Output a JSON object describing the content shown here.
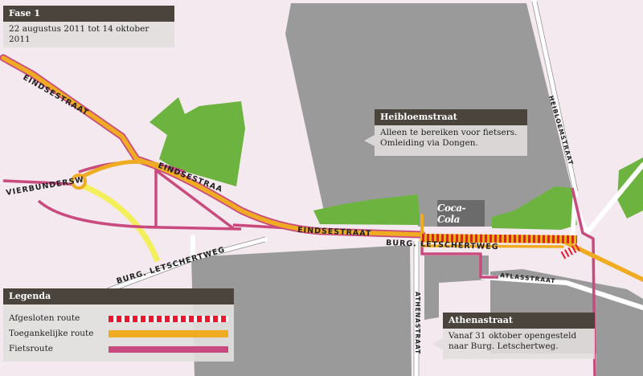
{
  "phase": {
    "title": "Fase 1",
    "dates": "22 augustus 2011 tot 14 oktober 2011"
  },
  "streets": {
    "eindsestraat_nw": "EINDSESTRAAT",
    "eindsestraat_mid": "EINDSESTRAAT",
    "eindsestraat_east": "EINDSESTRAAT",
    "vierbundersweg": "VIERBUNDERSWEG",
    "burg_letschertweg_west": "BURG. LETSCHERTWEG",
    "burg_letschertweg_east": "BURG. LETSCHERTWEG",
    "heibloemstraat": "HEIBLOEMSTRAAT",
    "athenastraat": "ATHENASTRAAT",
    "atlasstraat": "ATLASSTRAAT"
  },
  "callouts": {
    "heibloemstraat": {
      "title": "Heibloemstraat",
      "lines": [
        "Alleen te bereiken voor fietsers.",
        "Omleiding via Dongen."
      ]
    },
    "athenastraat": {
      "title": "Athenastraat",
      "lines": [
        "Vanaf 31 oktober  opengesteld",
        "naar Burg. Letschertweg."
      ]
    }
  },
  "legend": {
    "title": "Legenda",
    "items": [
      {
        "label": "Afgesloten route",
        "kind": "closed",
        "color": "#e8192c"
      },
      {
        "label": "Toegankelijke route",
        "kind": "accessible",
        "color": "#efac22"
      },
      {
        "label": "Fietsroute",
        "kind": "bike",
        "color": "#c94a7e"
      }
    ]
  },
  "logo": {
    "name": "coca-cola-logo",
    "text": "Coca-Cola"
  },
  "colors": {
    "background": "#f3e9ee",
    "building": "#9a9a9a",
    "park": "#6db33f",
    "road_yellow": "#efac22",
    "road_pale_yellow": "#f3ef5a",
    "bike_route": "#c94a7e",
    "closed_route": "#e8192c"
  }
}
